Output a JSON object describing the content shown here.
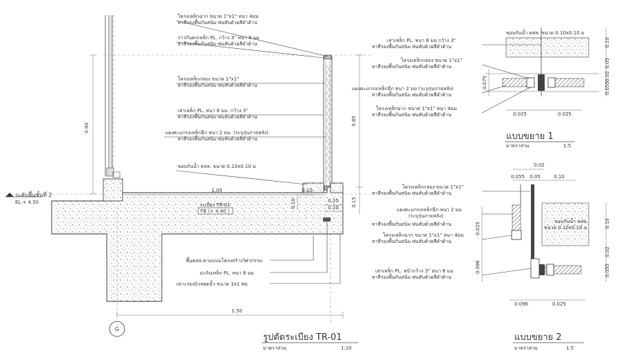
{
  "section": {
    "title": "รูปตัดระเบียง TR-01",
    "scale_label": "มาตราส่วน",
    "scale": "1:10",
    "grid_marker": "G",
    "level_label": "ระดับพื้นชั้นที่ 2",
    "level_value": "EL.+ 4.50",
    "tag_label": "ระเบียง TR-01",
    "tag_value": "FB (+ 4.40 )",
    "callouts": [
      {
        "l1": "โครงเหล็กฉาก ขนาด 1\"x1\" หนา 4มม",
        "l2": "ทาสีรองพื้นกันสนิม พ่นทับด้วยสีดำด้าน"
      },
      {
        "l1": "ราวกันตกเหล็ก PL. กว้าง 3\" หนา 8 มม",
        "l2": "ทาสีรองพื้นกันสนิม พ่นทับด้วยสีดำด้าน"
      },
      {
        "l1": "โครงเหล็กกล่อง ขนาด 1\"x1\"",
        "l2": "ทาสีรองพื้นกันสนิม พ่นทับด้วยสีดำด้าน"
      },
      {
        "l1": "เสาเหล็ก PL. หนา 8 มม. กว้าง 3\"",
        "l2": "ทาสีรองพื้นกันสนิม พ่นทับด้วยสีดำด้าน"
      },
      {
        "l1": "แผงตะแกรงเหล็กฉีก หนา 2 มม. (ระบุรุ่นภายหลัง)",
        "l2": "ทาสีรองพื้นกันสนิม พ่นทับด้วยสีดำด้าน"
      },
      {
        "l1": "ขอบกันน้ำ คสล. ขนาด 0.10x0.10 ม",
        "l2": ""
      }
    ],
    "bottom_callouts": [
      "พื้นคสล.ตามแบบโครงสร้างวิศวกรรม",
      "ปะกับเหล็ก PL. หนา 8 มม",
      "เซาะร่องบัวหยดน้ำ ขนาด 1x1 ซม"
    ],
    "dims": {
      "d090": "0.90",
      "d085": "0.85",
      "d105": "1.05",
      "d010a": "0.10",
      "d010b": "0.10",
      "d025": "0.25",
      "d010c": "0.10",
      "d015": "0.15",
      "d150": "1.50"
    }
  },
  "detail1": {
    "title": "แบบขยาย 1",
    "scale_label": "มาตราส่วน",
    "scale": "1:5",
    "callouts": [
      {
        "l1": "เสาเหล็ก PL. หนา 8 มม กว้าง 3\"",
        "l2": "ทาสีรองพื้นกันสนิม พ่นทับด้วยสีดำด้าน"
      },
      {
        "l1": "โครงเหล็กกล่อง ขนาด 1\"x1\"",
        "l2": "ทาสีรองพื้นกันสนิม พ่นทับด้วยสีดำด้าน"
      },
      {
        "l1": "แผงตะแกรงเหล็กฉีก หนา 2 มม (ระบุรุ่นภายหลัง)",
        "l2": "ทาสีรองพื้นกันสนิม พ่นทับด้วยสีดำด้าน"
      },
      {
        "l1": "โครงเหล็กฉาก ขนาด 1\"x1\" หนา 4มม",
        "l2": "ทาสีรองพื้นกันสนิม พ่นทับด้วยสีดำด้าน"
      }
    ],
    "curb_note": "ขอบกันน้ำ คสล. ขนาด 0.10x0.10 ม",
    "dims": {
      "v010": "0.10",
      "v005": "0.05",
      "v002": "0.02",
      "v0055": "0.055",
      "v0075": "0.075",
      "h0025a": "0.025",
      "h0025b": "0.025"
    }
  },
  "detail2": {
    "title": "แบบขยาย 2",
    "scale_label": "มาตราส่วน",
    "scale": "1:5",
    "callouts": [
      {
        "l1": "โครงเหล็กกล่อง ขนาด 1\"x1\"",
        "l2": "ทาสีรองพื้นกันสนิม พ่นทับด้วยสีดำด้าน"
      },
      {
        "l1": "แผงตะแกรงเหล็กฉีก หนา 2 มม",
        "l2": "(ระบุรุ่นภายหลัง)"
      },
      {
        "l1": "ทาสีรองพื้นกันสนิม พ่นทับด้วยสีดำด้าน",
        "l2": ""
      },
      {
        "l1": "โครงเหล็กฉาก ขนาด 1\"x1\" หนา 4มม",
        "l2": "ทาสีรองพื้นกันสนิม พ่นทับด้วยสีดำด้าน"
      },
      {
        "l1": "เสาเหล็ก PL. หน้ากว้าง 3\" หนา 8 มม",
        "l2": "ทาสีรองพื้นกันสนิม พ่นทับด้วยสีดำด้าน"
      }
    ],
    "curb_note_1": "ขอบกันน้ำ คสล.",
    "curb_note_2": "ขนาด 0.10x0.10 ม",
    "dims": {
      "top002": "0.02",
      "h0055": "0.055",
      "h005": "0.05",
      "h010": "0.10",
      "v0025": "0.025",
      "v0096": "0.096",
      "r010": "0.10",
      "r002": "0.02",
      "r0055": "0.055",
      "b0096": "0.096",
      "b0025": "0.025"
    }
  }
}
